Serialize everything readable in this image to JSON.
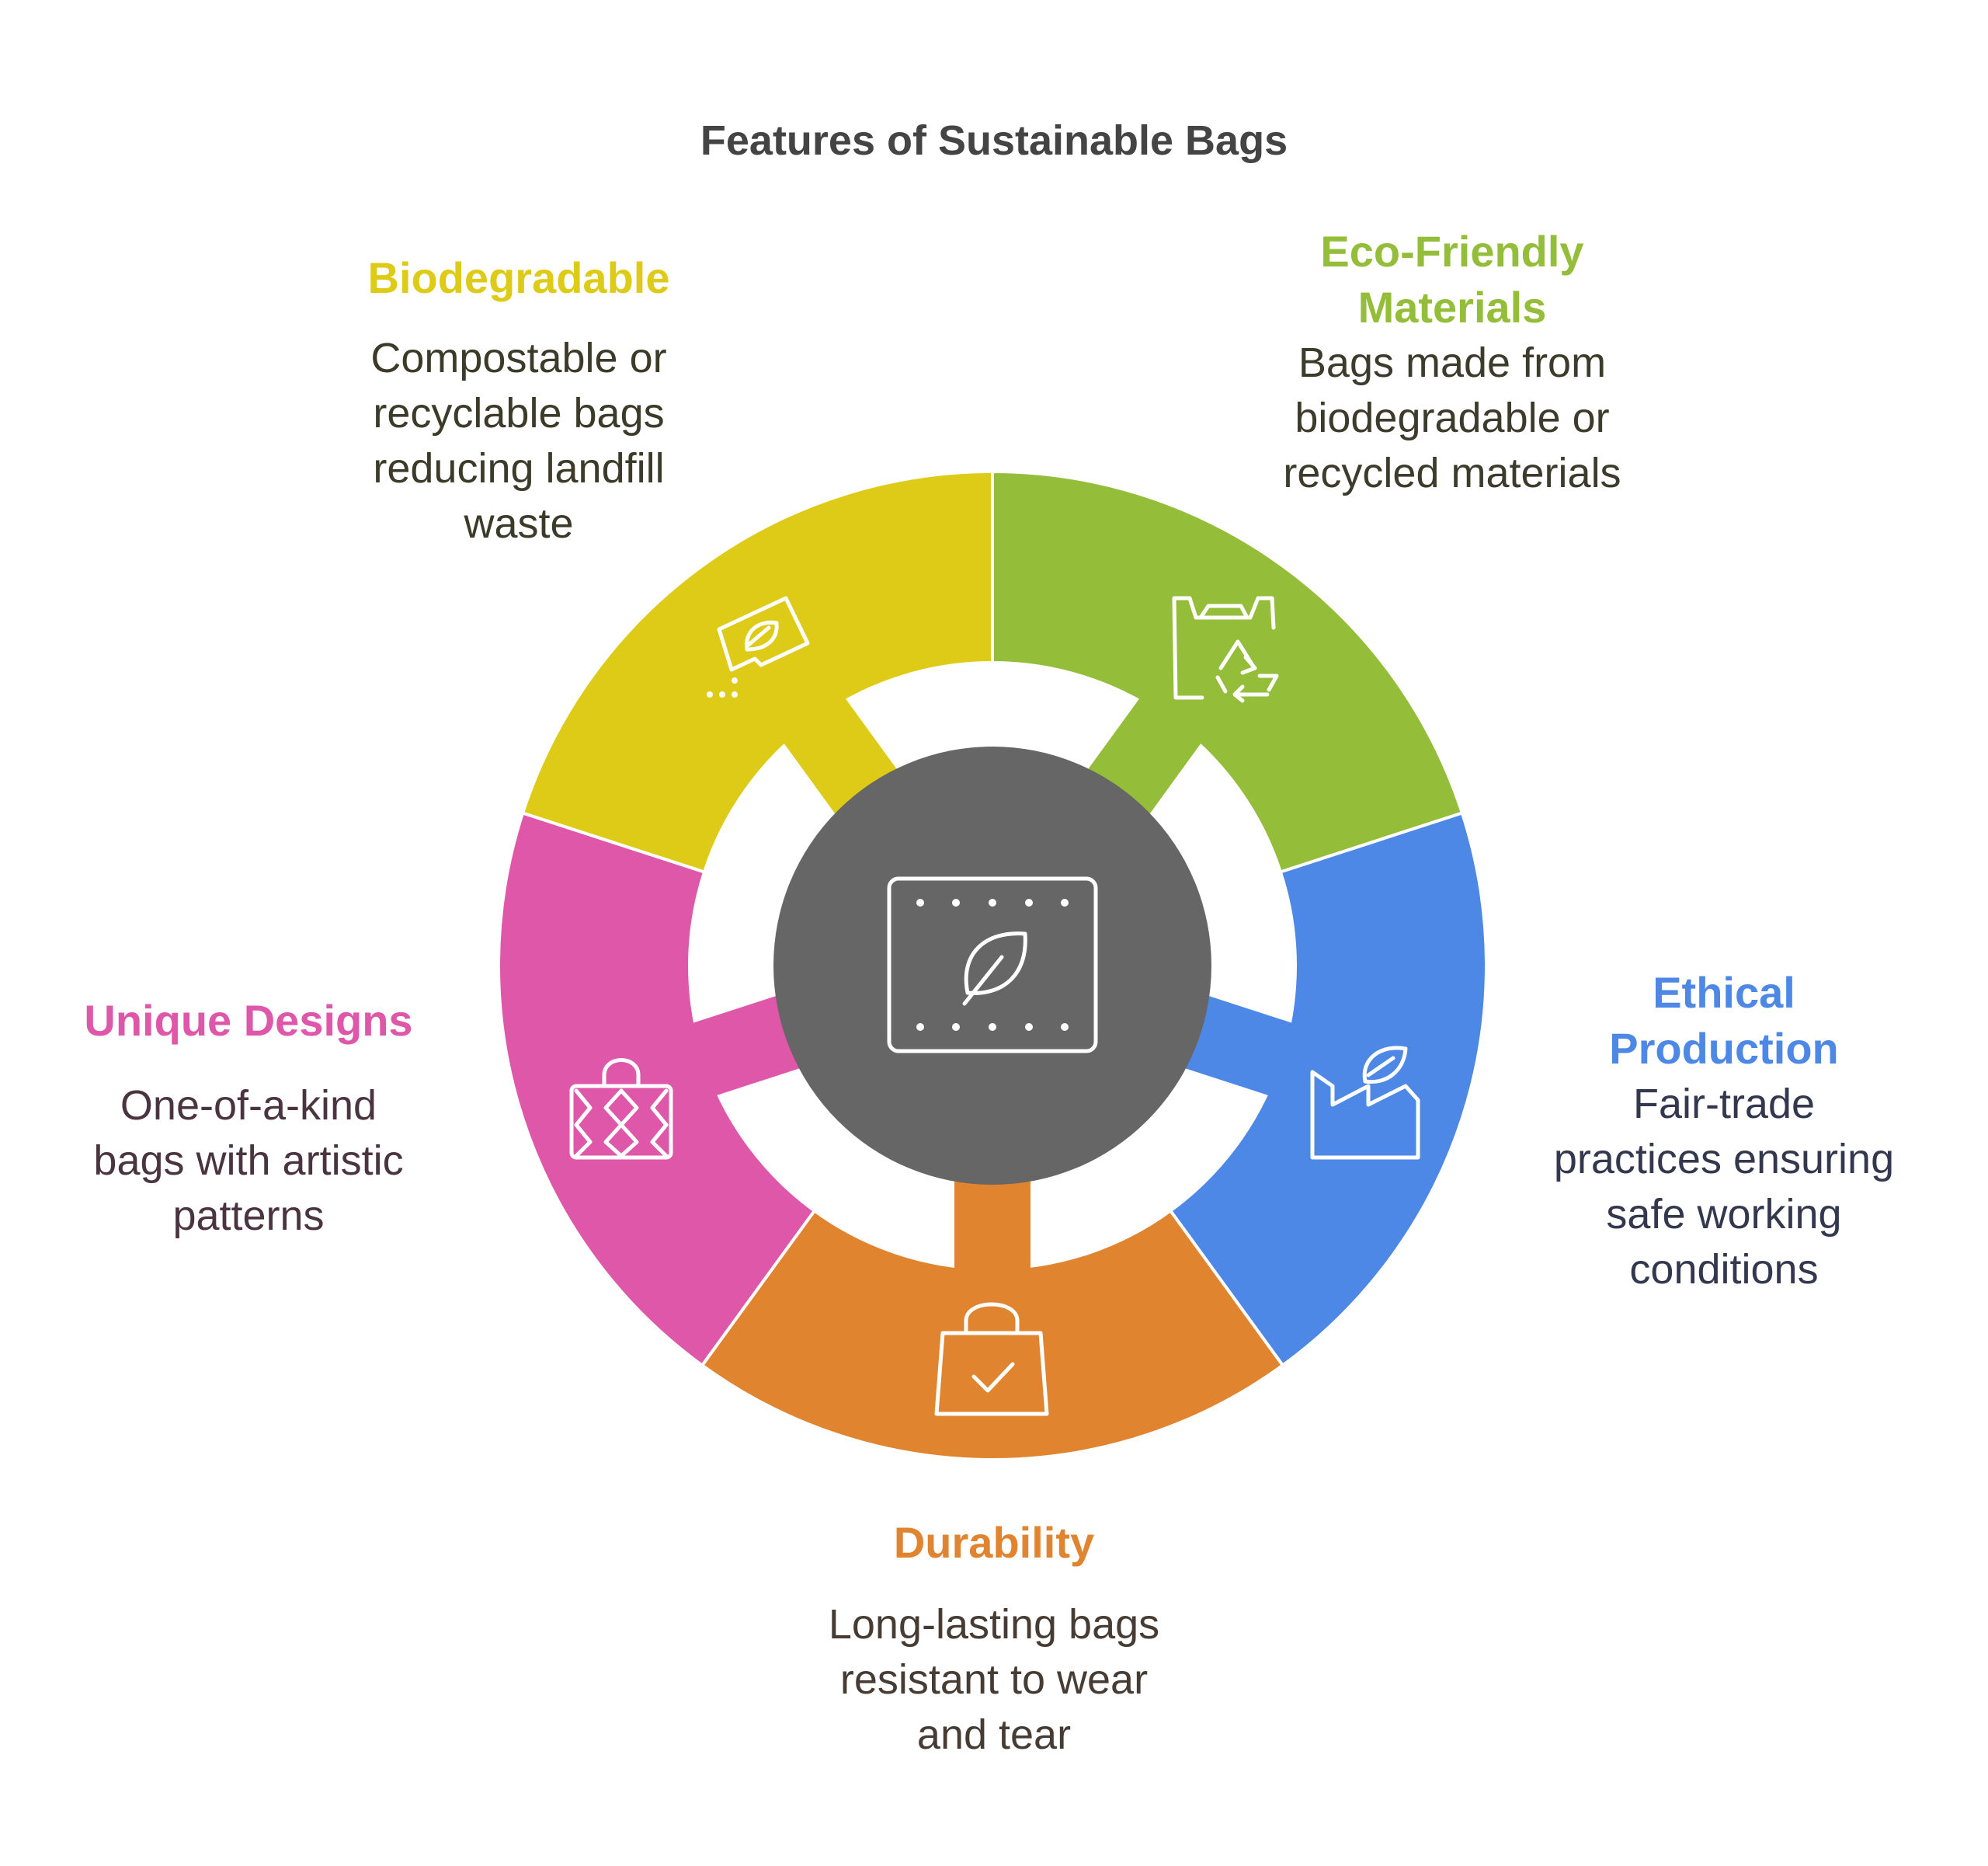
{
  "title": "Features of Sustainable Bags",
  "center": {
    "icon": "leaf-mat-icon",
    "color": "#666666"
  },
  "segments": [
    {
      "id": "eco-friendly",
      "heading": "Eco-Friendly\nMaterials",
      "description": "Bags made from\nbiodegradable or\nrecycled materials",
      "color": "#94BD3A",
      "heading_color": "#94BD3A",
      "desc_color": "#3c3c2c",
      "icon": "bag-recycle-icon"
    },
    {
      "id": "ethical",
      "heading": "Ethical\nProduction",
      "description": "Fair-trade\npractices ensuring\nsafe working\nconditions",
      "color": "#4E88E6",
      "heading_color": "#4E88E6",
      "desc_color": "#34384e",
      "icon": "factory-leaf-icon"
    },
    {
      "id": "durability",
      "heading": "Durability",
      "description": "Long-lasting bags\nresistant to wear\nand tear",
      "color": "#E08430",
      "heading_color": "#E08430",
      "desc_color": "#463c34",
      "icon": "bag-check-icon"
    },
    {
      "id": "unique",
      "heading": "Unique Designs",
      "description": "One-of-a-kind\nbags with artistic\npatterns",
      "color": "#DE57A8",
      "heading_color": "#DE57A8",
      "desc_color": "#4a3440",
      "icon": "patterned-bag-icon"
    },
    {
      "id": "biodegradable",
      "heading": "Biodegradable",
      "description": "Compostable or\nrecyclable bags\nreducing landfill\nwaste",
      "color": "#DECB18",
      "heading_color": "#DECB18",
      "desc_color": "#3c3a28",
      "icon": "compost-bag-icon"
    }
  ]
}
